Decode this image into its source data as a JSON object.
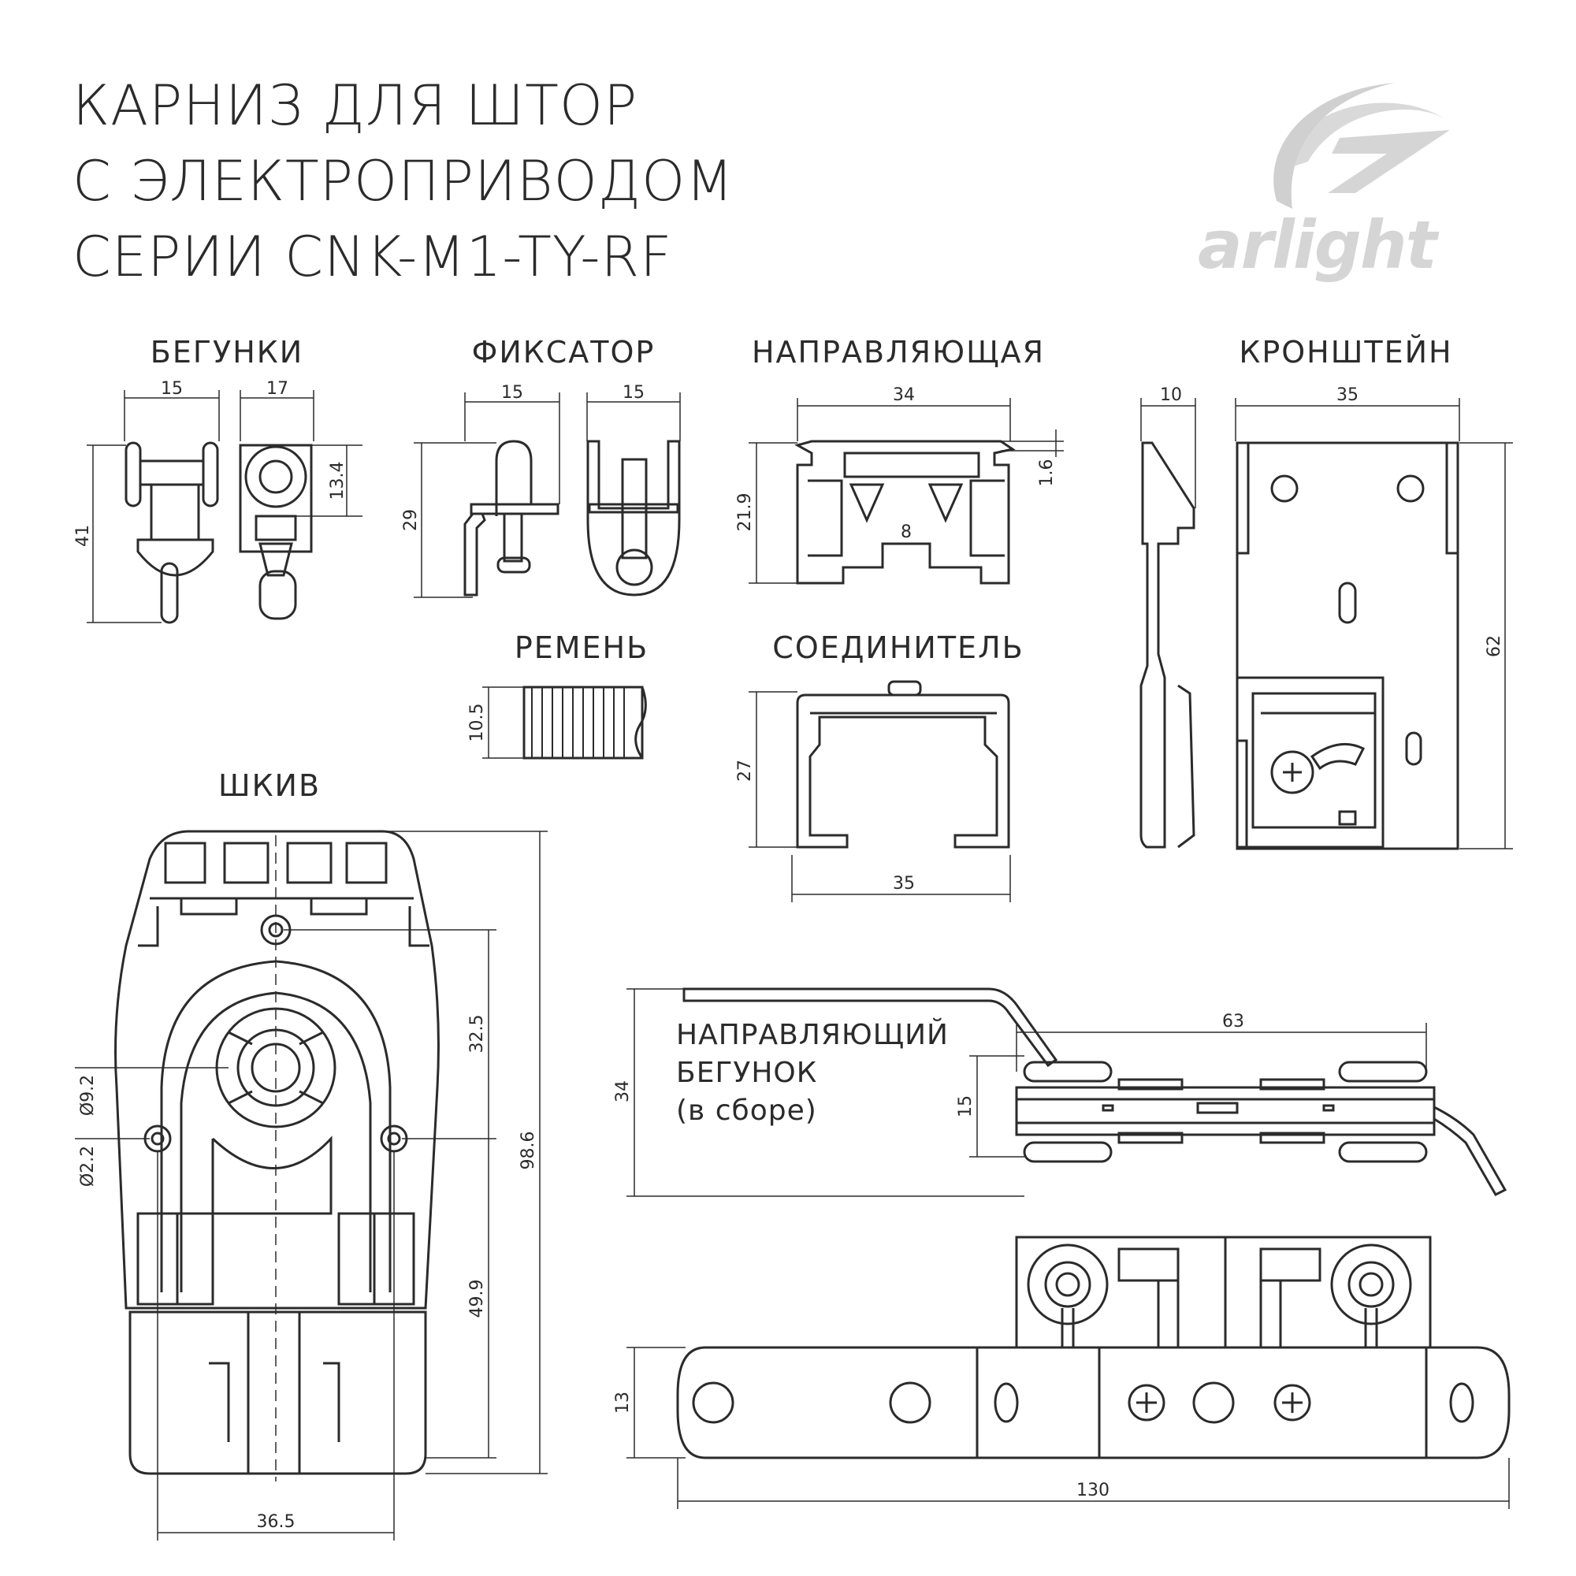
{
  "title": {
    "line1": "КАРНИЗ ДЛЯ ШТОР",
    "line2": "С ЭЛЕКТРОПРИВОДОМ",
    "line3": "СЕРИИ CNK-M1-TY-RF"
  },
  "logo": {
    "text": "arlight"
  },
  "sections": {
    "runners": "БЕГУНКИ",
    "lock": "ФИКСАТОР",
    "rail": "НАПРАВЛЯЮЩАЯ",
    "bracket": "КРОНШТЕЙН",
    "belt": "РЕМЕНЬ",
    "connector": "СОЕДИНИТЕЛЬ",
    "pulley": "ШКИВ"
  },
  "guide_runner": {
    "line1": "НАПРАВЛЯЮЩИЙ",
    "line2": "БЕГУНОК",
    "line3": "(в сборе)"
  },
  "dims": {
    "runner_w1": "15",
    "runner_w2": "17",
    "runner_h": "41",
    "runner_h2": "13.4",
    "lock_w1": "15",
    "lock_w2": "15",
    "lock_h": "29",
    "rail_w": "34",
    "rail_h": "21.9",
    "rail_t": "1.6",
    "rail_gap": "8",
    "bracket_w1": "10",
    "bracket_w2": "35",
    "bracket_h": "62",
    "belt_h": "10.5",
    "conn_h": "27",
    "conn_w": "35",
    "pulley_d1": "Ø9.2",
    "pulley_d2": "Ø2.2",
    "pulley_h1": "32.5",
    "pulley_h2": "49.9",
    "pulley_h": "98.6",
    "pulley_w": "36.5",
    "guide_len": "63",
    "guide_h": "34",
    "guide_h2": "15",
    "bar_h": "13",
    "bar_len": "130"
  }
}
